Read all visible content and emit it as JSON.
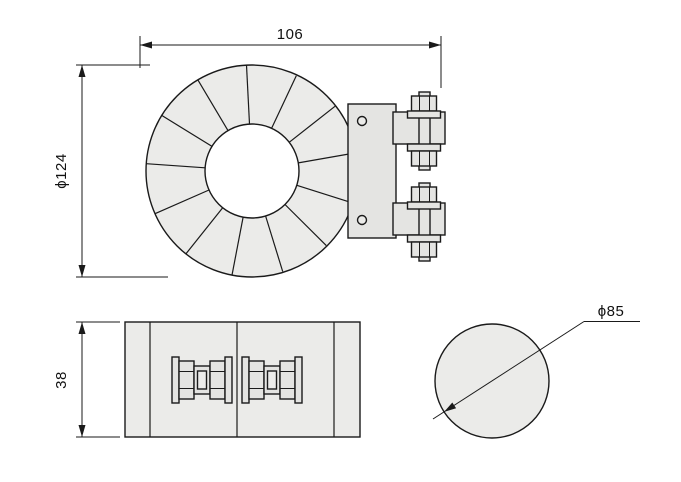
{
  "drawing": {
    "dims": {
      "width": "106",
      "outer_diameter": "ϕ124",
      "thickness": "38",
      "hole_diameter": "ϕ85"
    },
    "colors": {
      "line": "#1a1a1a",
      "fill_light": "#ebebe9",
      "fill_mid": "#e4e4e2",
      "background": "#ffffff"
    }
  }
}
